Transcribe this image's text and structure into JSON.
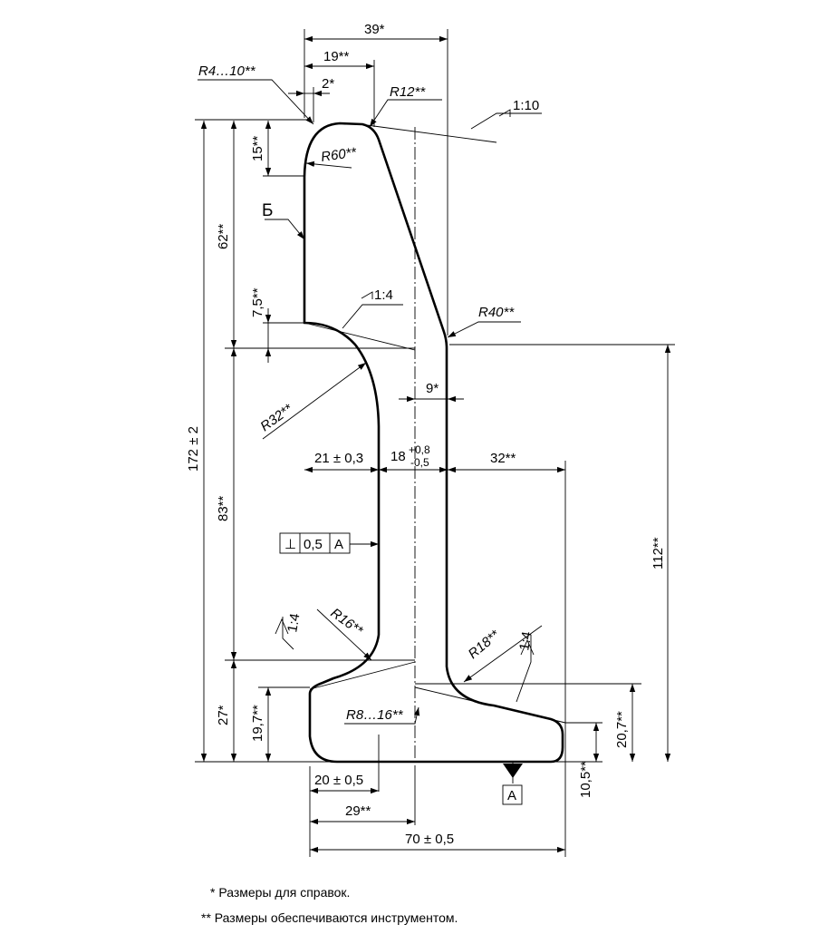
{
  "labels": {
    "d39": "39*",
    "d19": "19**",
    "d2": "2*",
    "r4_10": "R4…10**",
    "r12": "R12**",
    "slope_top": "1:10",
    "d15": "15**",
    "r60": "R60**",
    "ref_b": "Б",
    "d62": "62**",
    "slope_a": "1:4",
    "d7_5": "7,5**",
    "r40": "R40**",
    "d9": "9*",
    "d172": "172 ± 2",
    "r32": "R32**",
    "d21": "21 ± 0,3",
    "d18_base": "18",
    "d18_up": "+0,8",
    "d18_lo": "-0,5",
    "d32": "32**",
    "d83": "83**",
    "tol_sym": "⊥",
    "tol_val": "0,5",
    "tol_ref": "A",
    "d112": "112**",
    "slope_b": "1:4",
    "r16": "R16**",
    "r18": "R18**",
    "slope_c": "1:4",
    "d27": "27*",
    "d19_7": "19,7**",
    "r8_16": "R8…16**",
    "d20_7": "20,7**",
    "d20": "20 ± 0,5",
    "datum_a": "A",
    "d10_5": "10,5**",
    "d29": "29**",
    "d70": "70 ± 0,5"
  },
  "footnotes": {
    "note1": "* Размеры для справок.",
    "note2": "** Размеры обеспечиваются инструментом."
  }
}
